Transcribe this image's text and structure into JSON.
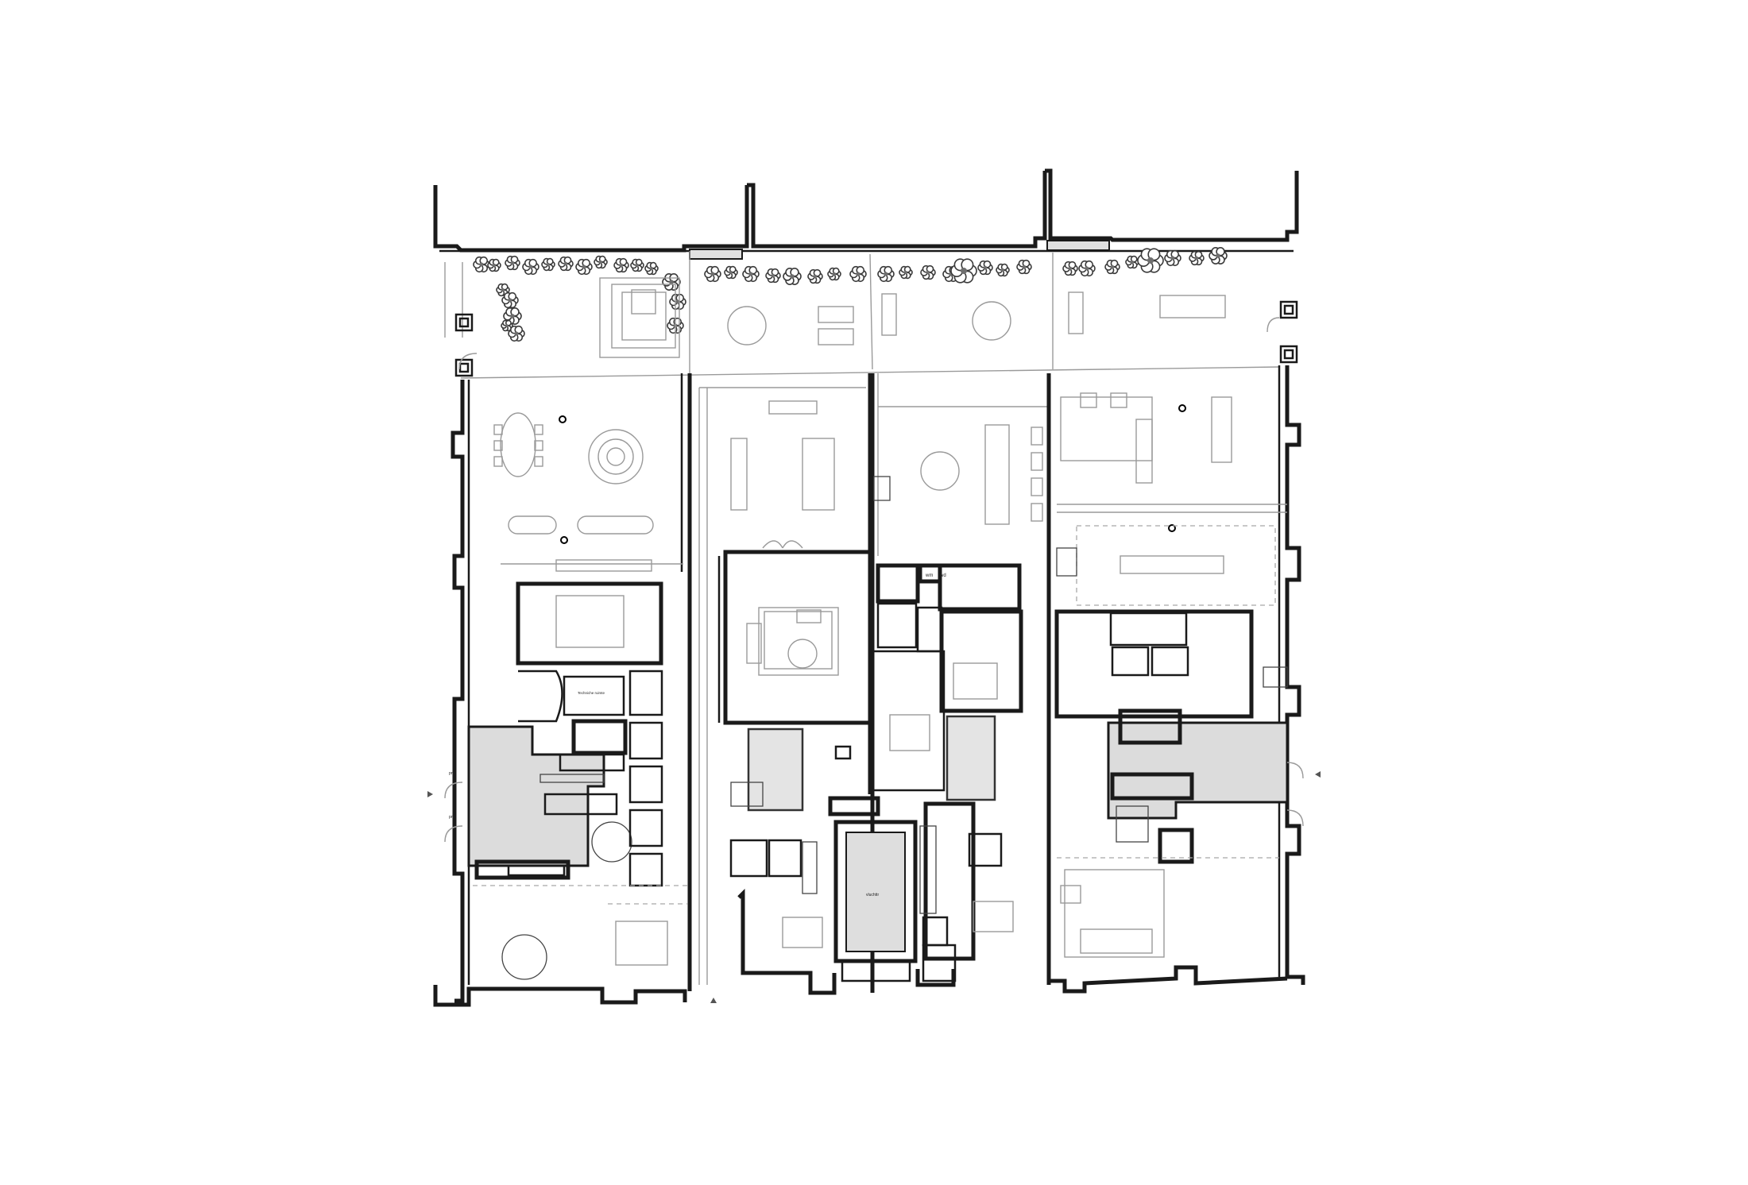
{
  "labels": {
    "storage_room": "Techniche ruimte",
    "entrance_left_top": "pnt",
    "entrance_left_bottom": "pnt",
    "wm": "wm",
    "wd": "wd",
    "shaft": "vluchttr"
  },
  "colors": {
    "wall": "#1a1a1a",
    "furniture": "#9a9a9a",
    "core": "#dcdcdc",
    "background": "#ffffff"
  }
}
